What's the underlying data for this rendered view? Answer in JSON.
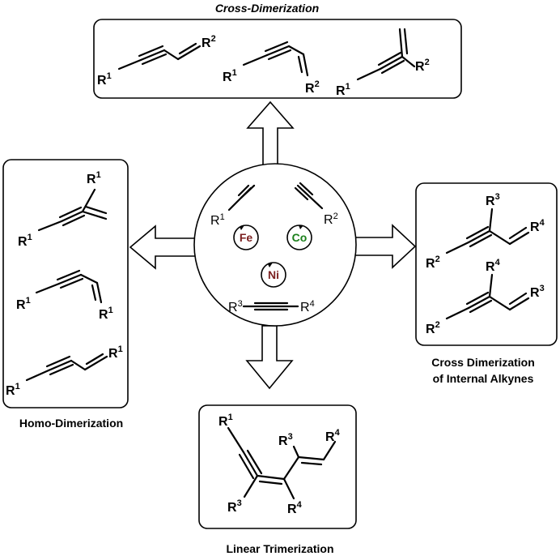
{
  "titles": {
    "top": "Cross-Dimerization",
    "left": "Homo-Dimerization",
    "right_line1": "Cross Dimerization",
    "right_line2": "of Internal Alkynes",
    "bottom": "Linear Trimerization"
  },
  "substituents": {
    "r1": "R",
    "r1_sup": "1",
    "r2": "R",
    "r2_sup": "2",
    "r3": "R",
    "r3_sup": "3",
    "r4": "R",
    "r4_sup": "4"
  },
  "catalysts": [
    {
      "label": "Fe",
      "color": "#7b1f1f"
    },
    {
      "label": "Co",
      "color": "#1a7f1a"
    },
    {
      "label": "Ni",
      "color": "#7b1f1f"
    }
  ]
}
